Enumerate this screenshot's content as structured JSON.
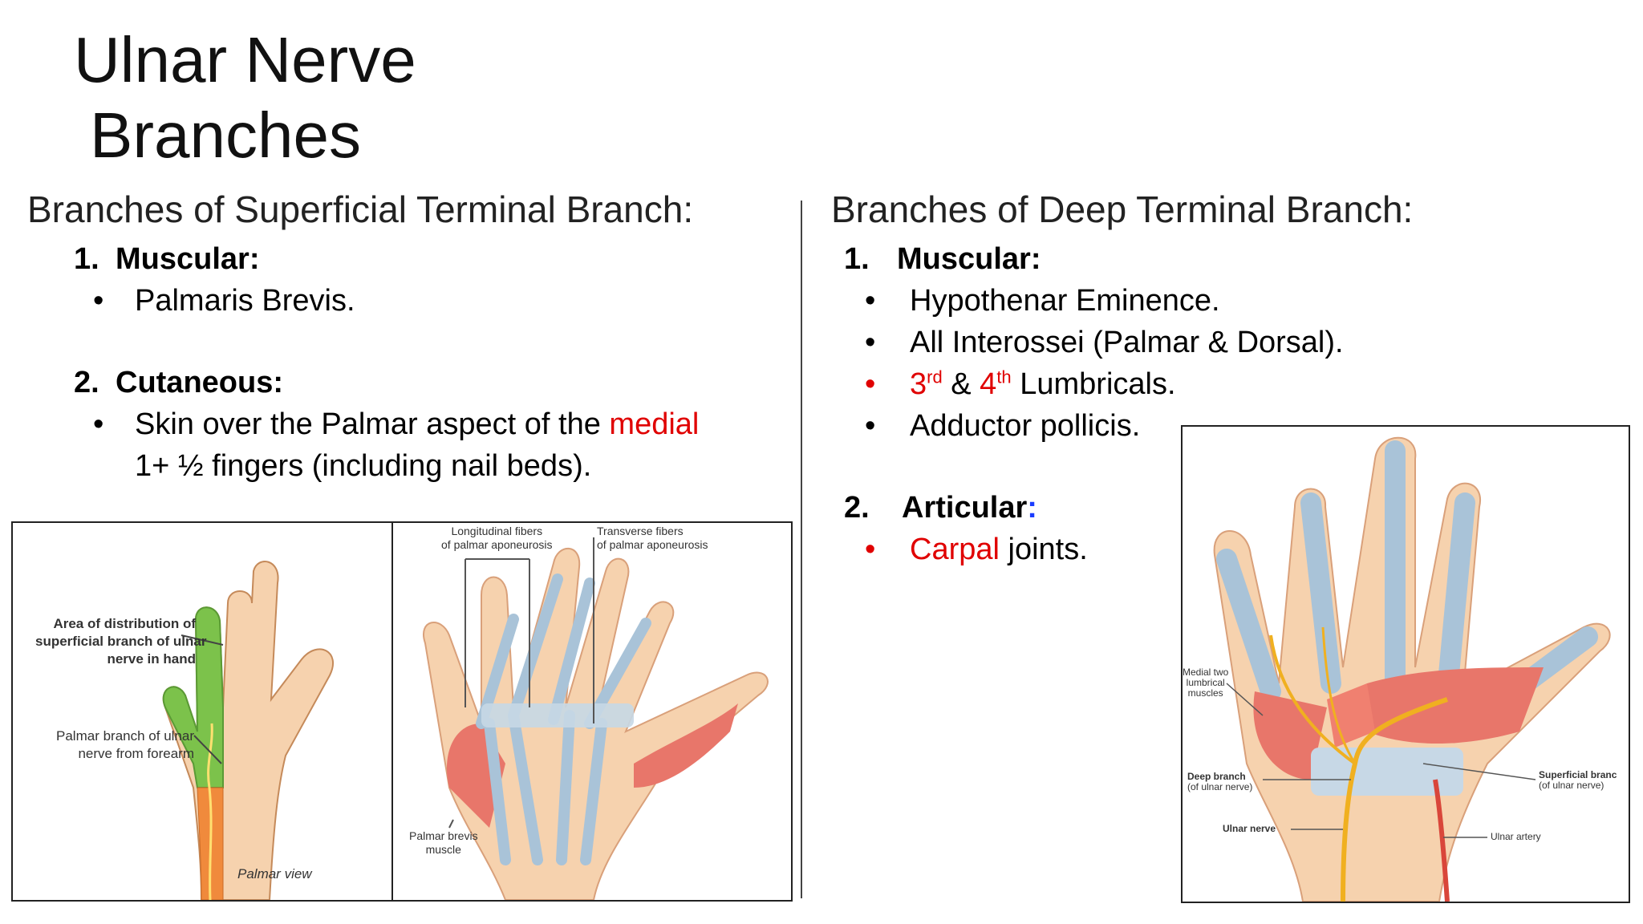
{
  "title": {
    "line1": "Ulnar Nerve",
    "line2": "Branches"
  },
  "left": {
    "heading": "Branches of Superficial Terminal Branch:",
    "item1": {
      "num": "1.",
      "label": "Muscular:",
      "bullets": [
        "Palmaris Brevis."
      ]
    },
    "item2": {
      "num": "2.",
      "label": "Cutaneous:",
      "bullet_a": "Skin over the Palmar aspect of the ",
      "bullet_red": "medial",
      "bullet_b": "1+ ½ fingers (including nail beds)."
    },
    "figure": {
      "left_labels": {
        "area": [
          "Area of distribution of",
          "superficial branch of ulnar",
          "nerve in hand"
        ],
        "palmar_branch": [
          "Palmar branch of ulnar",
          "nerve from forearm"
        ],
        "view": "Palmar view"
      },
      "right_labels": {
        "longitudinal": [
          "Longitudinal fibers",
          "of palmar aponeurosis"
        ],
        "transverse": [
          "Transverse fibers",
          "of palmar aponeurosis"
        ],
        "palmar_brevis": [
          "Palmar brevis",
          "muscle"
        ]
      }
    }
  },
  "right": {
    "heading": "Branches of Deep Terminal Branch:",
    "item1": {
      "num": "1.",
      "label": "Muscular:",
      "b1": "Hypothenar Eminence.",
      "b2": "All Interossei (Palmar & Dorsal).",
      "b3_a": "3",
      "b3_sup1": "rd",
      "b3_amp": " & ",
      "b3_b": "4",
      "b3_sup2": "th",
      "b3_rest": " Lumbricals.",
      "b4": "Adductor pollicis."
    },
    "item2": {
      "num": "2.",
      "label": "Articular",
      "colon": ":",
      "red": "Carpal",
      "rest": " joints."
    },
    "figure": {
      "labels": {
        "lumbricals": [
          "Medial two",
          "lumbrical",
          "muscles"
        ],
        "deep": [
          "Deep branch",
          "(of ulnar nerve)"
        ],
        "superficial": [
          "Superficial branc",
          "(of ulnar nerve)"
        ],
        "ulnar_nerve": "Ulnar nerve",
        "ulnar_artery": "Ulnar artery"
      }
    }
  },
  "colors": {
    "accent_red": "#e00000",
    "accent_blue": "#1a3cff",
    "skin": "#f4c9a0",
    "muscle": "#e8766a",
    "tendon": "#a9c3d8",
    "nerve": "#f0b020",
    "green": "#79c04a"
  }
}
